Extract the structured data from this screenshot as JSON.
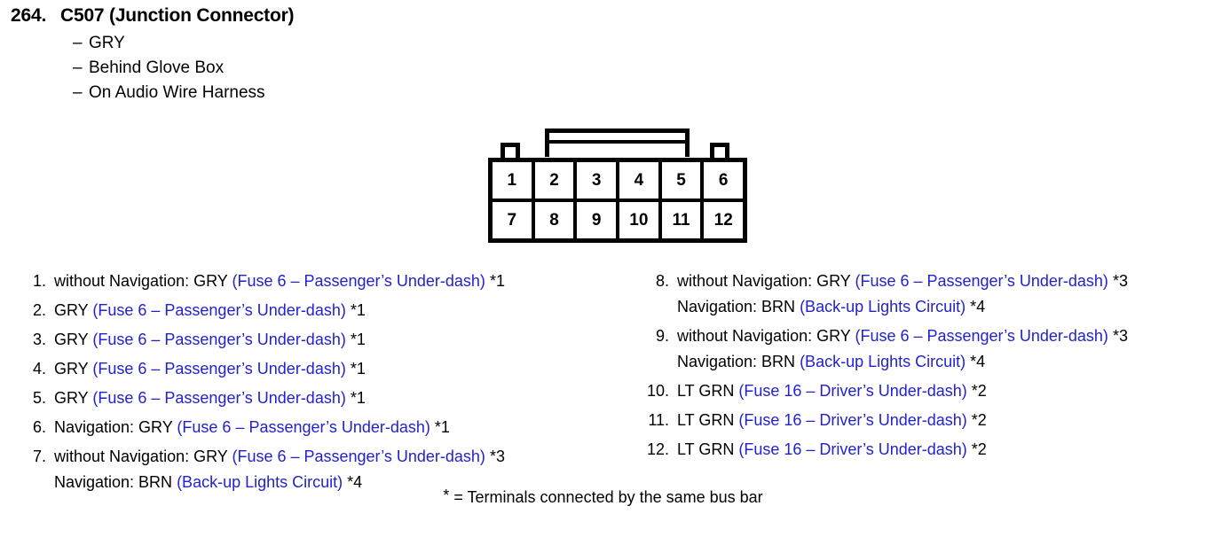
{
  "header": {
    "number": "264.",
    "name": "C507 (Junction Connector)",
    "sub_items": [
      "GRY",
      "Behind Glove Box",
      "On Audio Wire Harness"
    ],
    "dash": "–"
  },
  "connector": {
    "top_row": [
      "1",
      "2",
      "3",
      "4",
      "5",
      "6"
    ],
    "bottom_row": [
      "7",
      "8",
      "9",
      "10",
      "11",
      "12"
    ]
  },
  "pins_left": [
    {
      "number": "1.",
      "lines": [
        {
          "pre": "without Navigation: GRY ",
          "blue": "(Fuse 6 – Passenger’s Under-dash)",
          "post": " *1"
        }
      ]
    },
    {
      "number": "2.",
      "lines": [
        {
          "pre": "GRY ",
          "blue": "(Fuse 6 – Passenger’s Under-dash)",
          "post": " *1"
        }
      ]
    },
    {
      "number": "3.",
      "lines": [
        {
          "pre": "GRY ",
          "blue": "(Fuse 6 – Passenger’s Under-dash)",
          "post": " *1"
        }
      ]
    },
    {
      "number": "4.",
      "lines": [
        {
          "pre": "GRY ",
          "blue": "(Fuse 6 – Passenger’s Under-dash)",
          "post": " *1"
        }
      ]
    },
    {
      "number": "5.",
      "lines": [
        {
          "pre": "GRY ",
          "blue": "(Fuse 6 – Passenger’s Under-dash)",
          "post": " *1"
        }
      ]
    },
    {
      "number": "6.",
      "lines": [
        {
          "pre": "Navigation: GRY ",
          "blue": "(Fuse 6 – Passenger’s Under-dash)",
          "post": " *1"
        }
      ]
    },
    {
      "number": "7.",
      "lines": [
        {
          "pre": "without Navigation: GRY ",
          "blue": "(Fuse 6 – Passenger’s Under-dash)",
          "post": " *3"
        },
        {
          "pre": "Navigation: BRN ",
          "blue": "(Back-up Lights Circuit)",
          "post": " *4"
        }
      ]
    }
  ],
  "pins_right": [
    {
      "number": "8.",
      "lines": [
        {
          "pre": "without Navigation: GRY ",
          "blue": "(Fuse 6 – Passenger’s Under-dash)",
          "post": " *3"
        },
        {
          "pre": "Navigation: BRN ",
          "blue": "(Back-up Lights Circuit)",
          "post": " *4"
        }
      ]
    },
    {
      "number": "9.",
      "lines": [
        {
          "pre": "without Navigation: GRY ",
          "blue": "(Fuse 6 – Passenger’s Under-dash)",
          "post": " *3"
        },
        {
          "pre": "Navigation: BRN ",
          "blue": "(Back-up Lights Circuit)",
          "post": " *4"
        }
      ]
    },
    {
      "number": "10.",
      "lines": [
        {
          "pre": "LT GRN ",
          "blue": "(Fuse 16 – Driver’s Under-dash)",
          "post": " *2"
        }
      ]
    },
    {
      "number": "11.",
      "lines": [
        {
          "pre": "LT GRN ",
          "blue": "(Fuse 16 – Driver’s Under-dash)",
          "post": " *2"
        }
      ]
    },
    {
      "number": "12.",
      "lines": [
        {
          "pre": "LT GRN ",
          "blue": "(Fuse 16 – Driver’s Under-dash)",
          "post": " *2"
        }
      ]
    }
  ],
  "footnote": {
    "star": "*",
    "text": " = Terminals connected by the same bus bar"
  },
  "colors": {
    "circuit_blue": "#2222cc",
    "text_black": "#000000",
    "page_background": "#ffffff"
  }
}
